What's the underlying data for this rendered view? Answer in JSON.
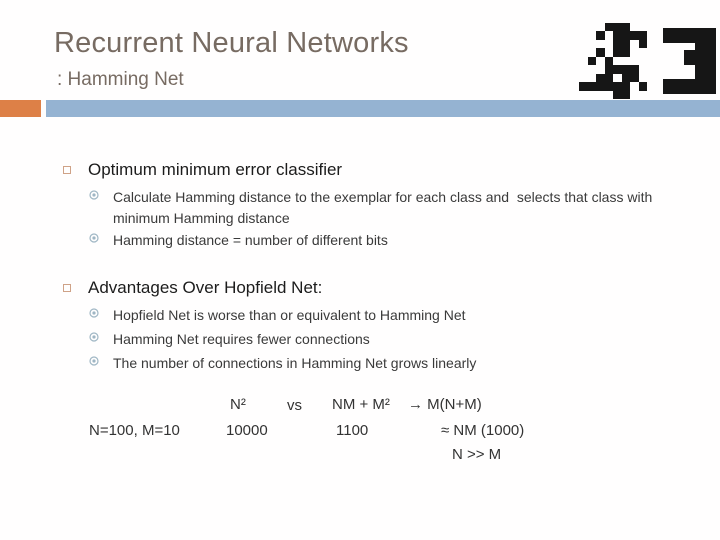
{
  "slide": {
    "title": "Recurrent Neural Networks",
    "subtitle": ": Hamming Net",
    "colors": {
      "title_text": "#776b62",
      "accent_orange": "#dd8047",
      "accent_blue": "#95b3d2",
      "level1_bullet": "#cfa287",
      "level2_bullet": "#9fb6c4",
      "body_text": "#3a3a3a"
    }
  },
  "header_image": {
    "icon": "noisy-digit-2-and-clean-digit-3-bitmap",
    "digit2_grid": [
      "00000000",
      "00011100",
      "00101111",
      "00001101",
      "00101100",
      "01010000",
      "00011110",
      "00110110",
      "11111101",
      "00001100"
    ],
    "digit3_grid": [
      "11111",
      "11111",
      "00011",
      "00111",
      "00111",
      "00011",
      "00011",
      "11111",
      "11111"
    ]
  },
  "sections": [
    {
      "heading": "Optimum minimum error classifier",
      "items": [
        "Calculate Hamming distance to the exemplar for each class and  selects that class with minimum Hamming distance",
        "Hamming distance = number of different bits"
      ]
    },
    {
      "heading": "Advantages Over Hopfield Net:",
      "items": [
        "Hopfield Net is worse than or equivalent to Hamming Net",
        "Hamming Net requires fewer connections",
        "The number of connections in Hamming Net grows linearly"
      ]
    }
  ],
  "comparison": {
    "row1": {
      "left_expr": "N²",
      "vs": "vs",
      "right_expr": "NM + M²",
      "arrow_expr": "→ M(N+M)"
    },
    "row2": {
      "case_label": "N=100, M=10",
      "left_value": "10000",
      "right_value": "1100",
      "approx_expr": "≈ NM (1000)"
    },
    "row3": {
      "condition": "N >> M"
    }
  }
}
